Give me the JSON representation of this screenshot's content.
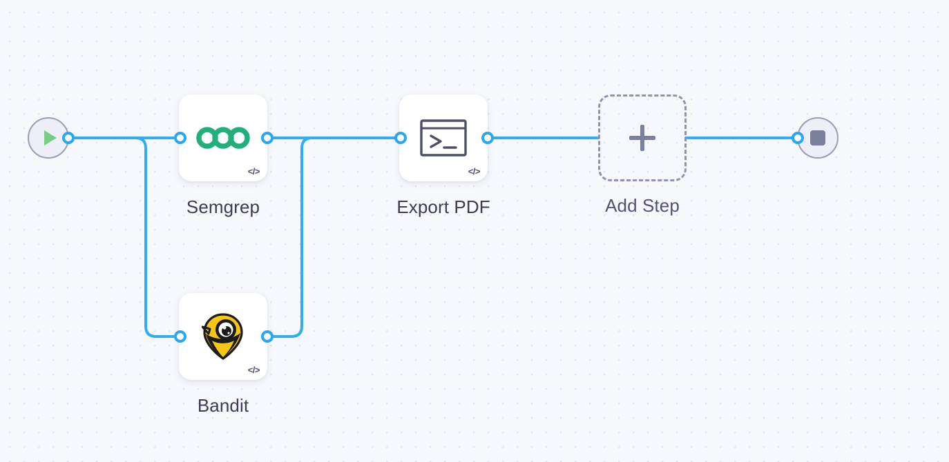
{
  "canvas": {
    "background_color": "#f7f8fc",
    "grid": "dot-grid",
    "edge_color": "#32adee",
    "port_color": "#2ba8ea"
  },
  "start_node": {
    "name": "Start",
    "icon": "play-icon",
    "icon_color": "#76ce85"
  },
  "end_node": {
    "name": "End",
    "icon": "stop-icon",
    "icon_color": "#7b7f9c"
  },
  "nodes": [
    {
      "id": "semgrep",
      "label": "Semgrep",
      "icon": "semgrep-logo-icon",
      "icon_color": "#21b07c",
      "badge": "</>"
    },
    {
      "id": "bandit",
      "label": "Bandit",
      "icon": "bandit-logo-icon",
      "icon_color": "#f5c518",
      "badge": "</>"
    },
    {
      "id": "export_pdf",
      "label": "Export PDF",
      "icon": "terminal-icon",
      "icon_color": "#4b5066",
      "badge": "</>"
    }
  ],
  "add_step": {
    "label": "Add Step",
    "icon": "plus-icon"
  }
}
